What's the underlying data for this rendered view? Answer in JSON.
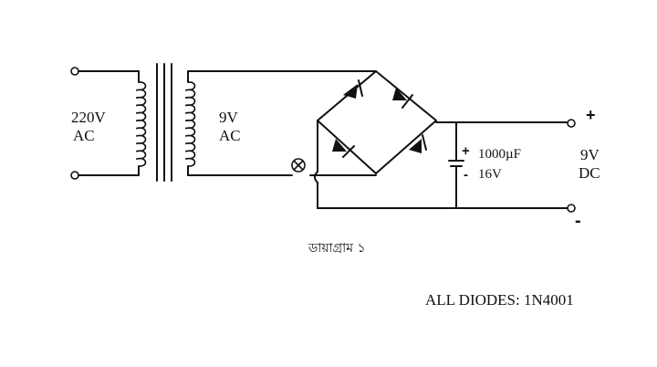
{
  "diagram": {
    "primary_label_line1": "220V",
    "primary_label_line2": "AC",
    "secondary_label_line1": "9V",
    "secondary_label_line2": "AC",
    "capacitor_value": "1000µF",
    "capacitor_voltage": "16V",
    "capacitor_plus": "+",
    "capacitor_minus": "-",
    "output_label_line1": "9V",
    "output_label_line2": "DC",
    "output_plus": "+",
    "output_minus": "-",
    "caption": "ডায়াগ্রাম ১",
    "diodes_note": "ALL DIODES: 1N4001"
  }
}
